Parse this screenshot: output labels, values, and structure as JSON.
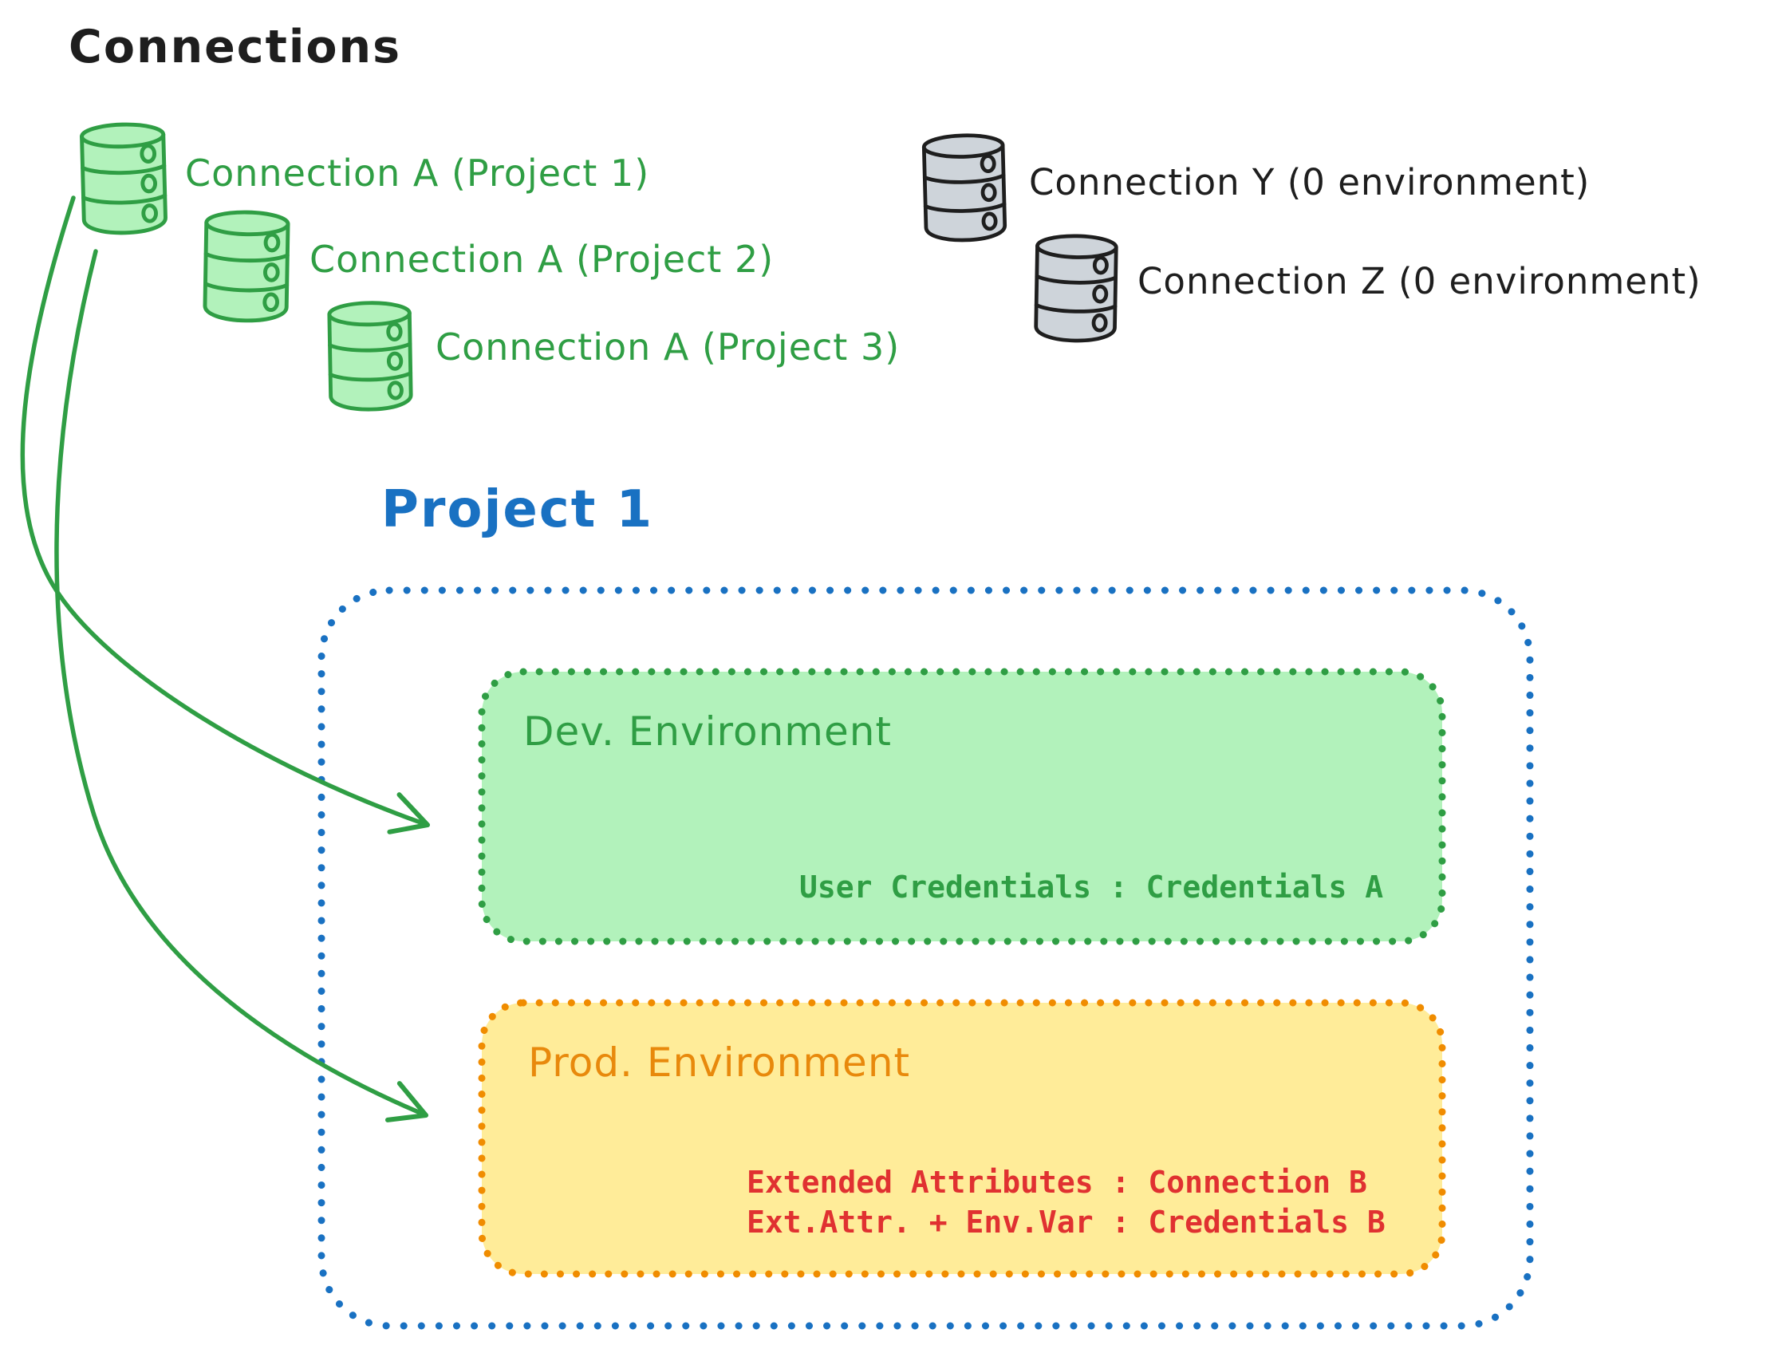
{
  "title": "Connections",
  "green_connections": [
    {
      "icon": "database-icon",
      "label": "Connection A (Project 1)"
    },
    {
      "icon": "database-icon",
      "label": "Connection A (Project 2)"
    },
    {
      "icon": "database-icon",
      "label": "Connection A (Project 3)"
    }
  ],
  "gray_connections": [
    {
      "icon": "database-icon",
      "label": "Connection Y (0 environment)"
    },
    {
      "icon": "database-icon",
      "label": "Connection Z (0 environment)"
    }
  ],
  "project": {
    "title": "Project 1",
    "dev": {
      "title": "Dev. Environment",
      "mapping": "User Credentials : Credentials A"
    },
    "prod": {
      "title": "Prod. Environment",
      "mapping_line1": "Extended Attributes : Connection B",
      "mapping_line2": "Ext.Attr. + Env.Var : Credentials B"
    }
  },
  "arrows": [
    {
      "from": "Connection A",
      "to": "Dev. Environment"
    },
    {
      "from": "Connection A",
      "to": "Prod. Environment"
    }
  ],
  "colors": {
    "green_stroke": "#2f9e44",
    "green_fill": "#b2f2bb",
    "gray_fill": "#ced4da",
    "black": "#1e1e1e",
    "blue": "#1971c2",
    "orange_border": "#f08c00",
    "orange_text": "#e8890c",
    "yellow_fill": "#ffec99",
    "red_text": "#e03131"
  }
}
